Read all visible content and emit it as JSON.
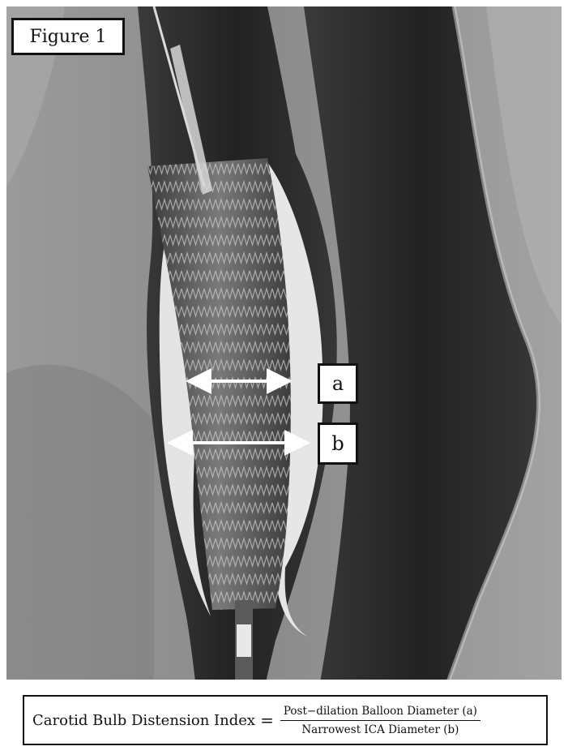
{
  "figure_label": "Figure 1",
  "markers": {
    "a": "a",
    "b": "b"
  },
  "formula": {
    "lhs": "Carotid Bulb Distension Index",
    "equals": "=",
    "numerator": "Post−dilation Balloon Diameter (a)",
    "denominator": "Narrowest ICA Diameter (b)"
  },
  "colors": {
    "background_gray": "#8d8d8d",
    "vessel_dark": "#2b2b2b",
    "plaque_light": "#e3e3e3",
    "arrow": "#ffffff"
  }
}
